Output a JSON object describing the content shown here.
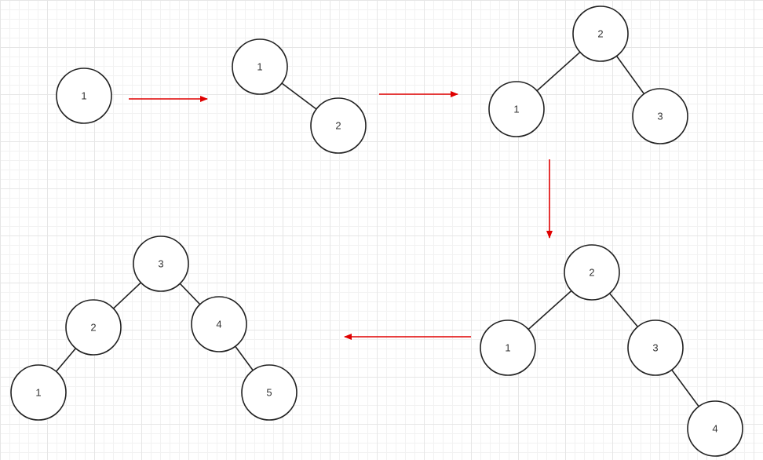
{
  "colors": {
    "arrow": "#e00000",
    "node_stroke": "#222222",
    "node_fill": "#ffffff",
    "text": "#333333",
    "grid": "#e6e6e6"
  },
  "diagram": {
    "stages": [
      {
        "nodes": [
          {
            "id": "s1n1",
            "label": "1"
          }
        ],
        "edges": []
      },
      {
        "nodes": [
          {
            "id": "s2n1",
            "label": "1"
          },
          {
            "id": "s2n2",
            "label": "2"
          }
        ],
        "edges": [
          [
            "s2n1",
            "s2n2"
          ]
        ]
      },
      {
        "nodes": [
          {
            "id": "s3n2",
            "label": "2"
          },
          {
            "id": "s3n1",
            "label": "1"
          },
          {
            "id": "s3n3",
            "label": "3"
          }
        ],
        "edges": [
          [
            "s3n2",
            "s3n1"
          ],
          [
            "s3n2",
            "s3n3"
          ]
        ]
      },
      {
        "nodes": [
          {
            "id": "s4n2",
            "label": "2"
          },
          {
            "id": "s4n1",
            "label": "1"
          },
          {
            "id": "s4n3",
            "label": "3"
          },
          {
            "id": "s4n4",
            "label": "4"
          }
        ],
        "edges": [
          [
            "s4n2",
            "s4n1"
          ],
          [
            "s4n2",
            "s4n3"
          ],
          [
            "s4n3",
            "s4n4"
          ]
        ]
      },
      {
        "nodes": [
          {
            "id": "s5n3",
            "label": "3"
          },
          {
            "id": "s5n2",
            "label": "2"
          },
          {
            "id": "s5n4",
            "label": "4"
          },
          {
            "id": "s5n1",
            "label": "1"
          },
          {
            "id": "s5n5",
            "label": "5"
          }
        ],
        "edges": [
          [
            "s5n3",
            "s5n2"
          ],
          [
            "s5n3",
            "s5n4"
          ],
          [
            "s5n2",
            "s5n1"
          ],
          [
            "s5n4",
            "s5n5"
          ]
        ]
      }
    ],
    "transitions": [
      {
        "from": 0,
        "to": 1
      },
      {
        "from": 1,
        "to": 2
      },
      {
        "from": 2,
        "to": 3
      },
      {
        "from": 3,
        "to": 4
      }
    ]
  }
}
